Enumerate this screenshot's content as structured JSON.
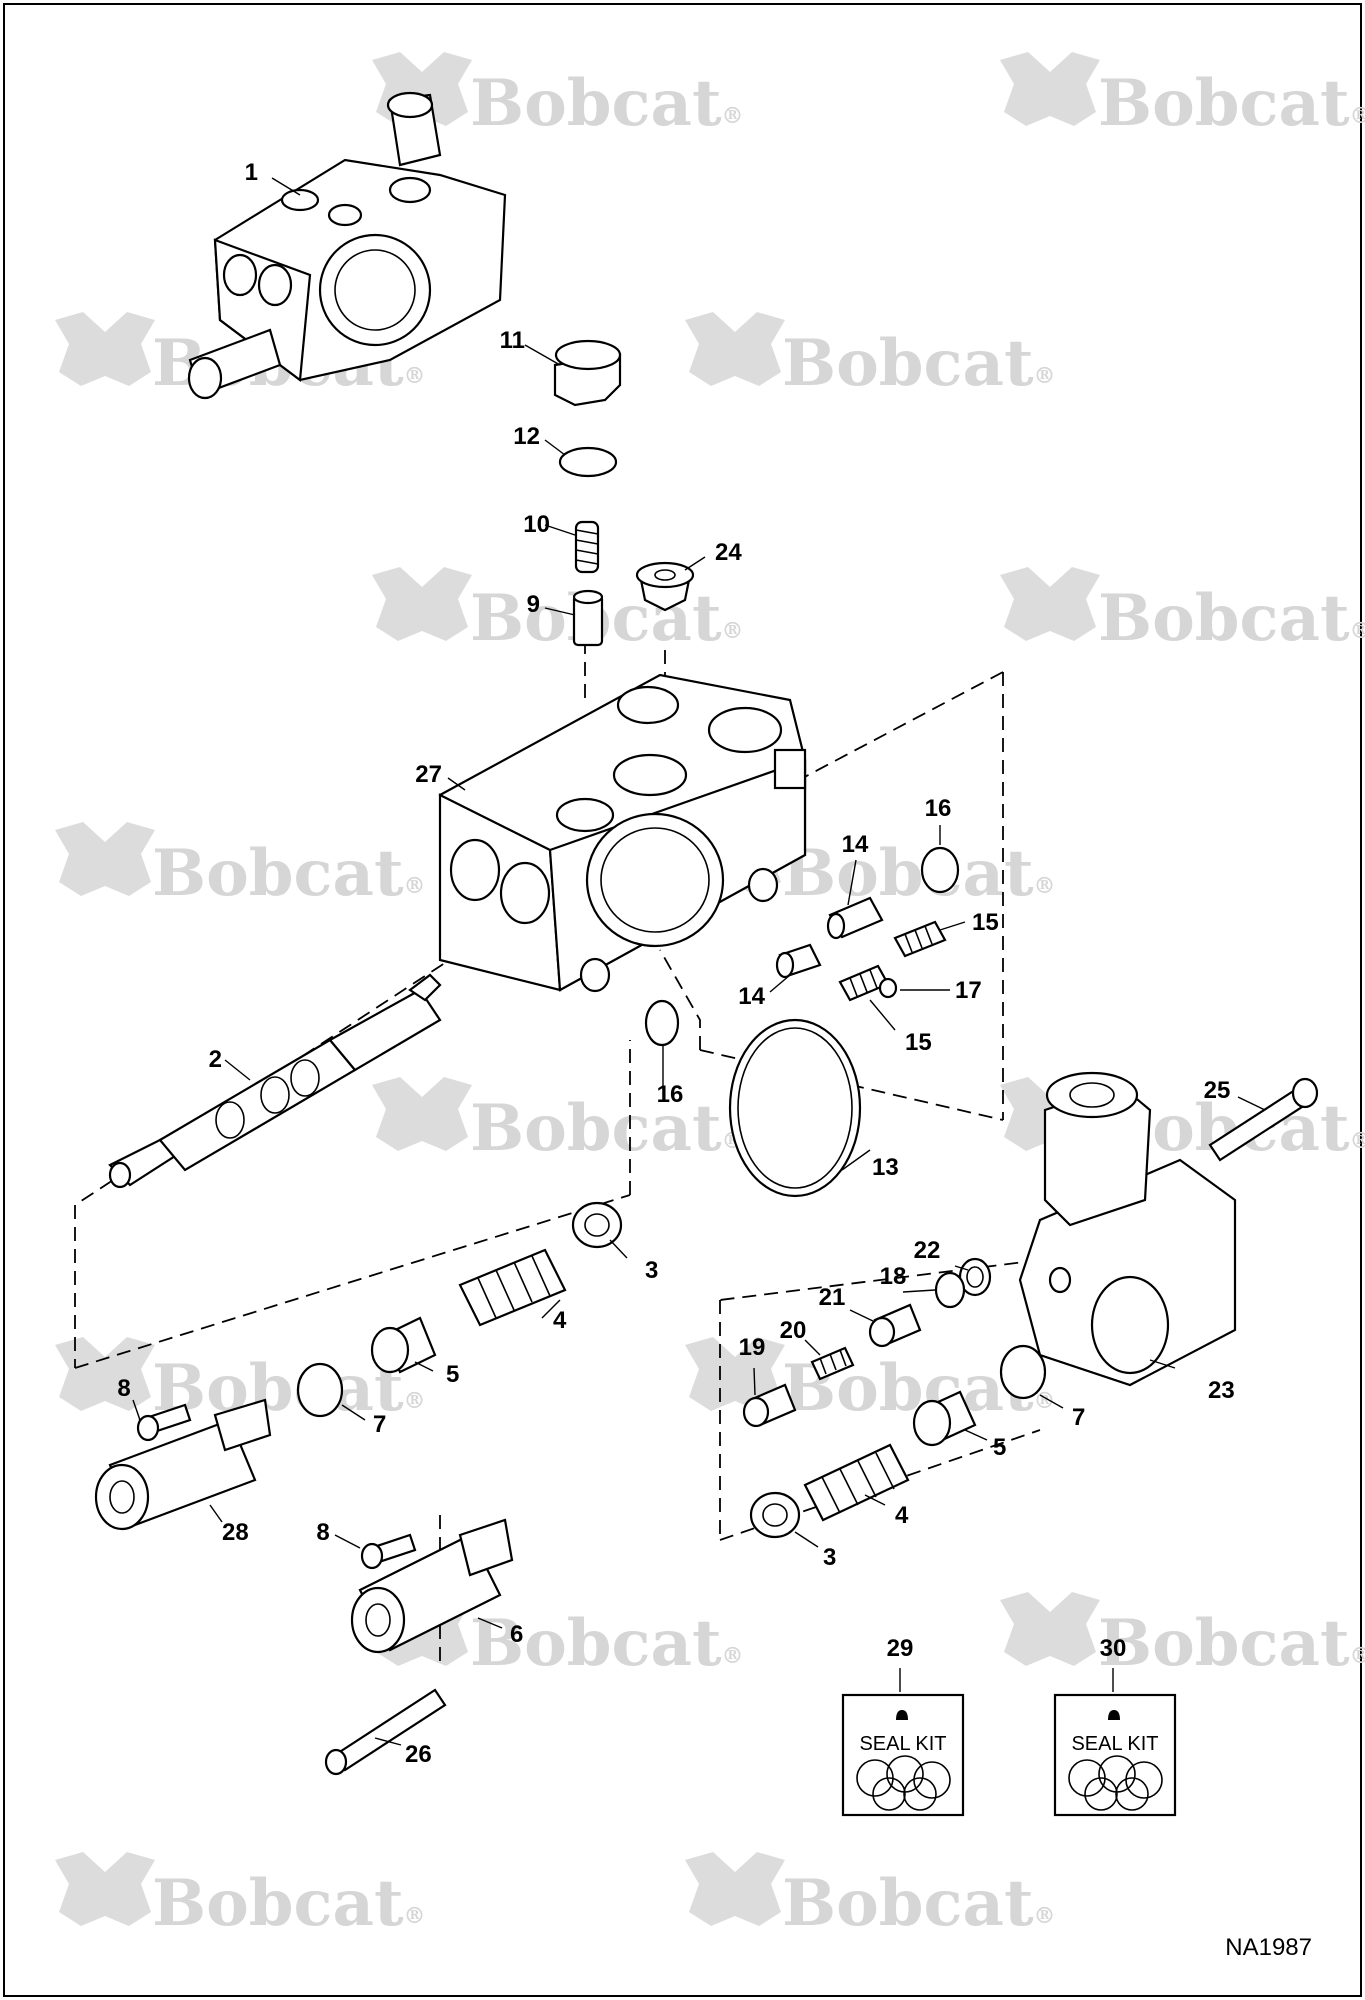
{
  "watermark": {
    "text": "Bobcat",
    "mark": "®",
    "color": "#d6d6d6"
  },
  "callouts": {
    "c1": "1",
    "c2": "2",
    "c3a": "3",
    "c3b": "3",
    "c4a": "4",
    "c4b": "4",
    "c5a": "5",
    "c5b": "5",
    "c6": "6",
    "c7a": "7",
    "c7b": "7",
    "c8a": "8",
    "c8b": "8",
    "c9": "9",
    "c10": "10",
    "c11": "11",
    "c12": "12",
    "c13": "13",
    "c14a": "14",
    "c14b": "14",
    "c15a": "15",
    "c15b": "15",
    "c16a": "16",
    "c16b": "16",
    "c17": "17",
    "c18": "18",
    "c19": "19",
    "c20": "20",
    "c21": "21",
    "c22": "22",
    "c23": "23",
    "c24": "24",
    "c25": "25",
    "c26": "26",
    "c27": "27",
    "c28": "28",
    "c29": "29",
    "c30": "30"
  },
  "seal_kit_label": "SEAL KIT",
  "figure_code": "NA1987"
}
